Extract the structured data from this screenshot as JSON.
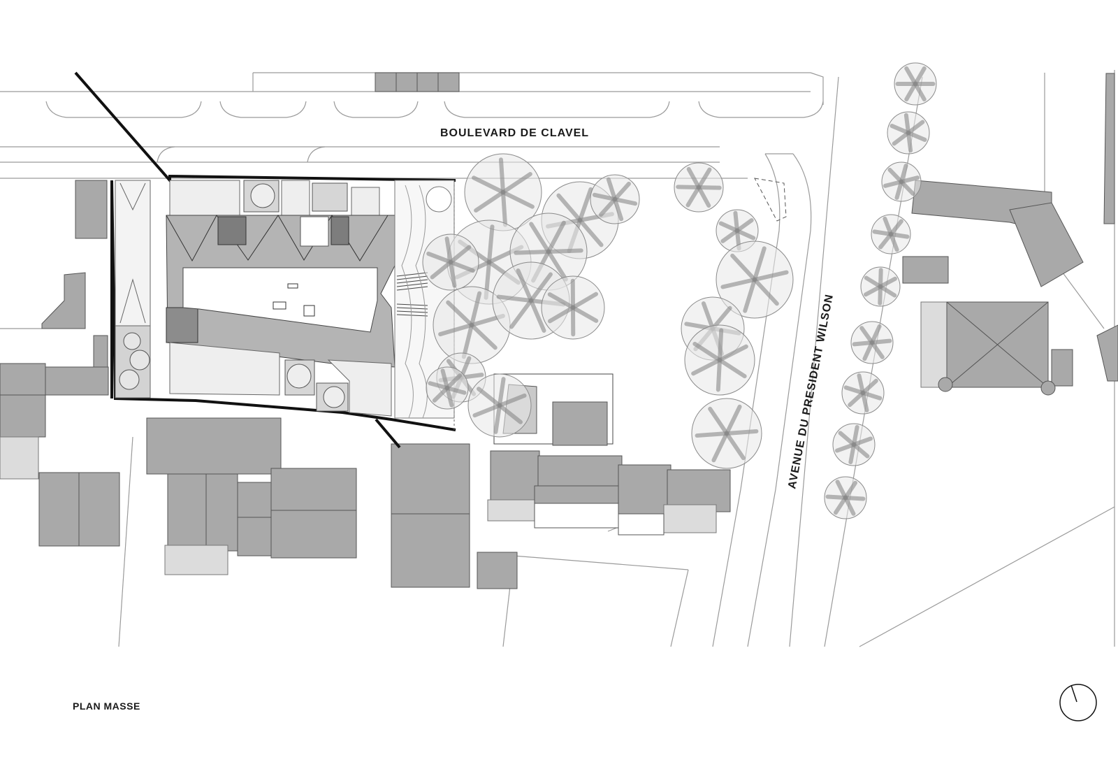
{
  "plan": {
    "title": "PLAN MASSE",
    "streets": {
      "boulevard": "BOULEVARD DE CLAVEL",
      "avenue": "AVENUE DU PRESIDENT WILSON"
    }
  },
  "legend": {
    "north_arrow_icon": "north-arrow-icon"
  },
  "colors": {
    "building_fill": "#a9a9a9",
    "building_light": "#dcdcdc",
    "site_boundary": "#111111",
    "tree_canopy": "#8a8a8a",
    "background": "#ffffff"
  }
}
